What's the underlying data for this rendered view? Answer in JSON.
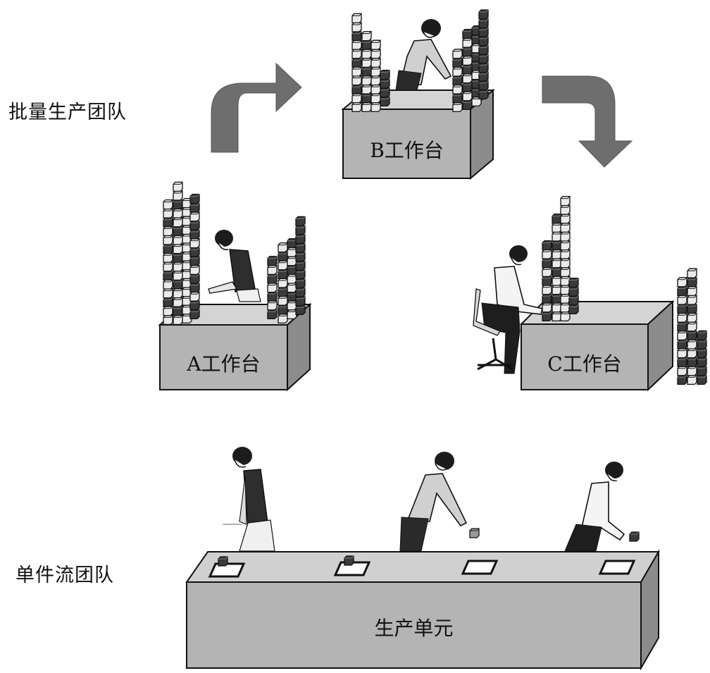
{
  "labels": {
    "batch_team": "批量生产团队",
    "single_flow_team": "单件流团队"
  },
  "workstations": {
    "a": "A工作台",
    "b": "B工作台",
    "c": "C工作台"
  },
  "production_cell": "生产单元",
  "colors": {
    "arrow": "#6e6e6e",
    "bench_front": "#b4b4b4",
    "bench_top": "#d6d6d6",
    "bench_side": "#8c8c8c",
    "cube_dark": "#333333",
    "cube_light": "#e8e8e8",
    "cube_mid": "#9a9a9a",
    "outline": "#111111"
  }
}
